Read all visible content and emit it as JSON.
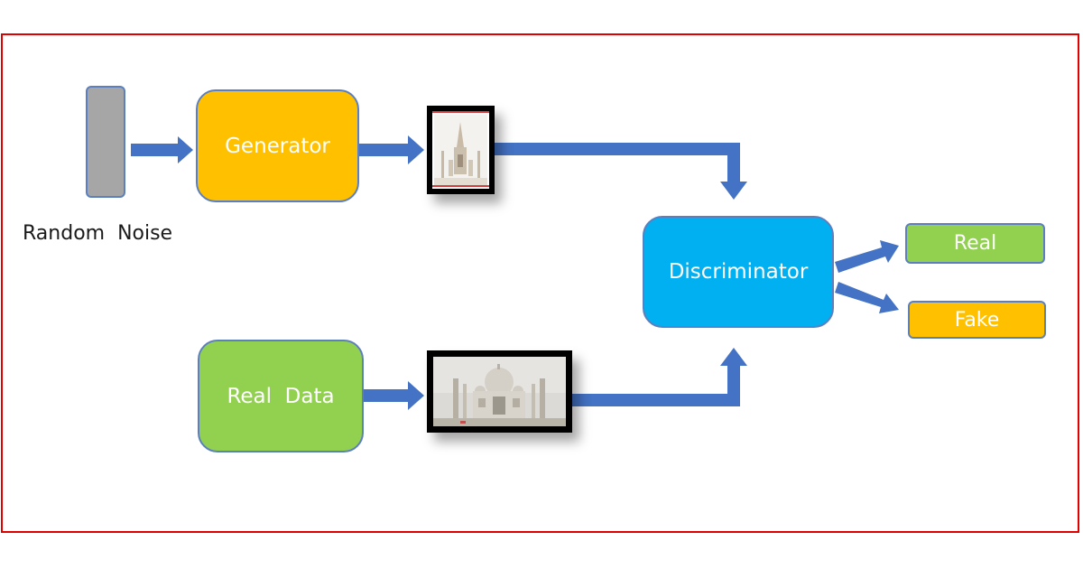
{
  "nodes": {
    "generator": "Generator",
    "real_data": "Real  Data",
    "discriminator": "Discriminator"
  },
  "outputs": {
    "real": "Real",
    "fake": "Fake"
  },
  "noise_label": "Random  Noise",
  "colors": {
    "frame_border": "#e00000",
    "arrow": "#4472c4",
    "generator": "#ffc000",
    "real_data": "#92d050",
    "discriminator": "#00b0f0",
    "noise": "#a6a6a6"
  },
  "icons": {
    "generated_image": "taj-mahal-generated-image",
    "real_image": "taj-mahal-real-image"
  }
}
